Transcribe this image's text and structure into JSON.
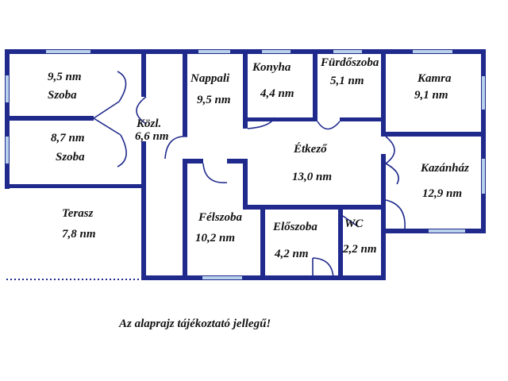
{
  "rooms": [
    {
      "name": "Szoba",
      "area": "9,5 nm"
    },
    {
      "name": "Szoba",
      "area": "8,7 nm"
    },
    {
      "name": "Terasz",
      "area": "7,8 nm"
    },
    {
      "name": "Közl.",
      "area": "6,6 nm"
    },
    {
      "name": "Nappali",
      "area": "9,5 nm"
    },
    {
      "name": "Konyha",
      "area": "4,4 nm"
    },
    {
      "name": "Fürdőszoba",
      "area": "5,1 nm"
    },
    {
      "name": "Kamra",
      "area": "9,1 nm"
    },
    {
      "name": "Étkező",
      "area": "13,0 nm"
    },
    {
      "name": "Kazánház",
      "area": "12,9 nm"
    },
    {
      "name": "Félszoba",
      "area": "10,2 nm"
    },
    {
      "name": "Előszoba",
      "area": "4,2 nm"
    },
    {
      "name": "WC",
      "area": "2,2 nm"
    }
  ],
  "note": "Az alaprajz tájékoztató jellegű!",
  "colors": {
    "wall": "#1f2a8c",
    "window": "#b9d2ec"
  }
}
